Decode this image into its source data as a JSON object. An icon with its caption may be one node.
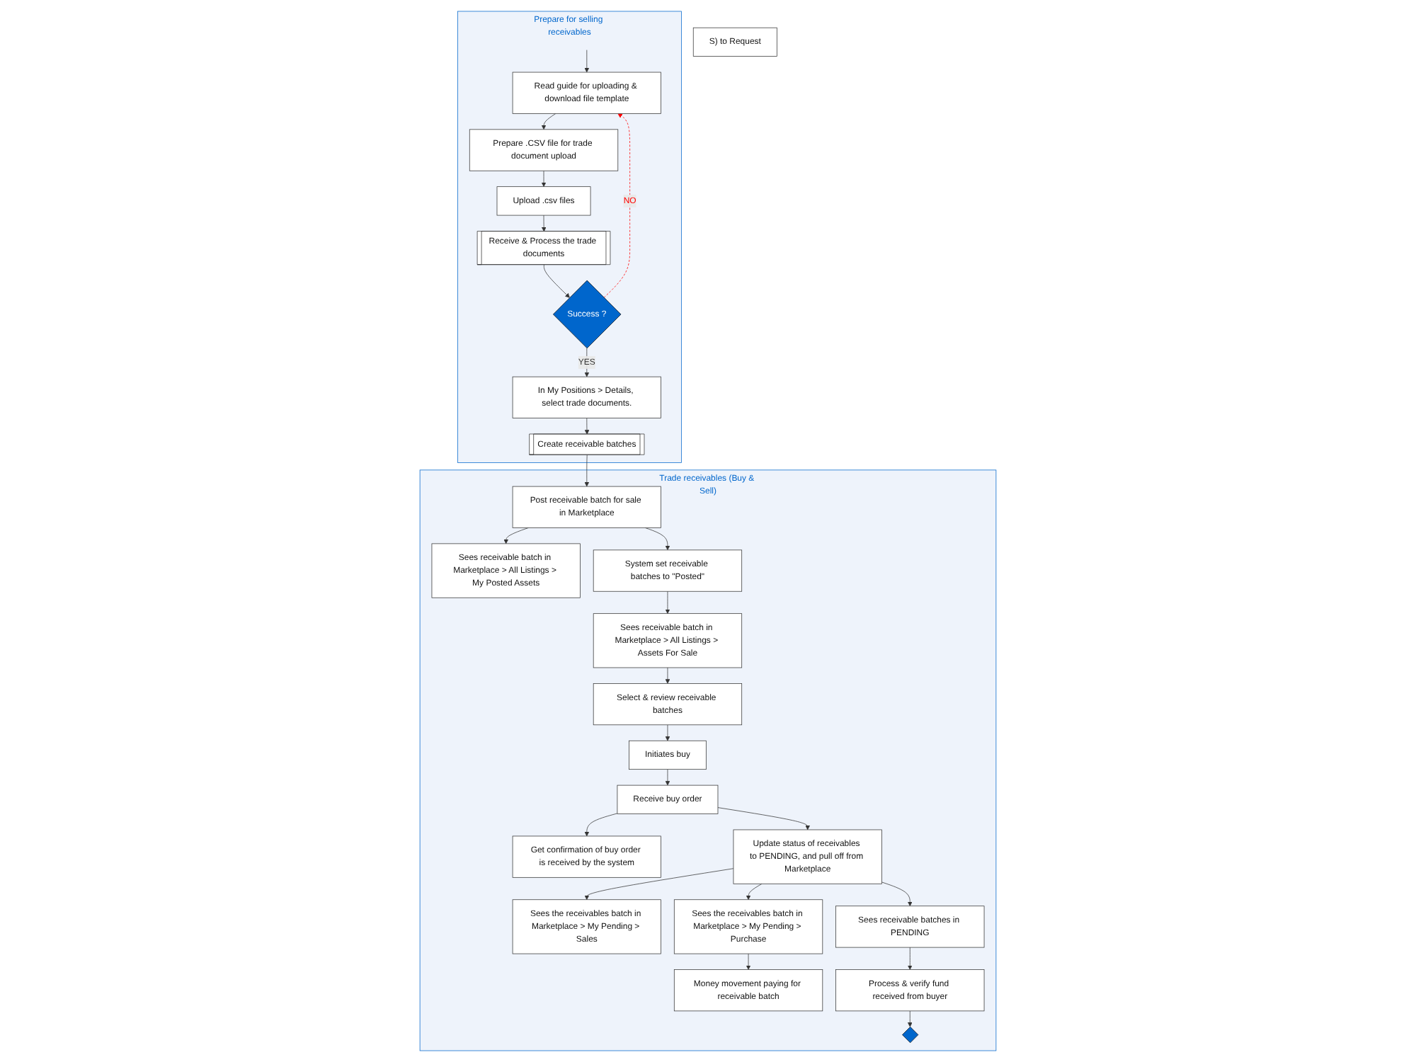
{
  "diagram": {
    "nodes": [
      {
        "text": [
          "Prepare for selling receivables"
        ]
      },
      {
        "text": [
          "Trade receivables (Buy & Sell)"
        ]
      },
      {
        "text": [
          "S) to Request"
        ]
      },
      {
        "text": [
          "Read guide for uploading & download file template"
        ],
        "in": 0
      },
      {
        "text": [
          "Prepare .CSV file for trade document upload"
        ],
        "in": 0
      },
      {
        "text": [
          "Upload .csv files"
        ],
        "in": 0
      },
      {
        "text": [
          "Create receivable batches"
        ],
        "in": 0
      },
      {
        "text": [
          "In My Positions > Details, select trade documents."
        ],
        "in": 0
      },
      {
        "text": [
          "Receive & Process the trade documents"
        ],
        "in": 0
      },
      {
        "text": [
          "Success ?"
        ],
        "in": 0
      },
      {
        "text": [
          "Post receivable batch for sale in Marketplace"
        ],
        "in": 1
      },
      {
        "text": [
          "Sees receivable batch in Marketplace > All Listings > My Posted Assets"
        ],
        "in": 1
      },
      {
        "text": [
          "Sees the receivables batch in Marketplace > My Pending > Sales"
        ],
        "in": 1
      },
      {
        "text": [
          "Sees receivable batch in Marketplace > All Listings > Assets For Sale"
        ],
        "in": 1
      },
      {
        "text": [
          "Select & review receivable batches"
        ],
        "in": 1
      },
      {
        "text": [
          "Get confirmation of buy order is received by the system"
        ],
        "in": 1
      },
      {
        "text": [
          "Sees the receivables batch in Marketplace > My Pending > Purchase"
        ],
        "in": 1
      },
      {
        "text": [
          "Initiates buy"
        ],
        "in": 1
      },
      {
        "text": [
          "Money movement paying for receivable batch"
        ],
        "in": 1
      },
      {
        "text": [
          "System set receivable batches to \"Posted\""
        ],
        "in": 1
      },
      {
        "text": [
          "Receive buy order"
        ],
        "in": 1
      },
      {
        "text": [
          "Update status of receivables to PENDING, and pull off from Marketplace"
        ],
        "in": 1
      },
      {
        "text": [
          "Sees receivable batches in PENDING"
        ],
        "in": 1
      },
      {
        "text": [
          "Process & verify fund received from buyer"
        ],
        "in": 1
      },
      {
        "text": [],
        "shape": "diamond",
        "in": 1
      }
    ],
    "edges": [
      {
        "from": null,
        "to": 3,
        "arrow": "to"
      },
      {
        "from": 3,
        "to": 4,
        "arrow": "to"
      },
      {
        "from": 4,
        "to": 5,
        "arrow": "to"
      },
      {
        "from": 5,
        "to": 8,
        "arrow": "to"
      },
      {
        "from": 8,
        "to": 9,
        "arrow": "to"
      },
      {
        "from": 9,
        "to": 7,
        "arrow": "to",
        "label": "YES"
      },
      {
        "from": 9,
        "to": 3,
        "arrow": "to",
        "label": "NO",
        "style": "dashed",
        "color": "#ff0000"
      },
      {
        "from": 7,
        "to": 6,
        "arrow": "to"
      },
      {
        "from": 6,
        "to": 10,
        "arrow": "to"
      },
      {
        "from": 10,
        "to": 11,
        "arrow": "to"
      },
      {
        "from": 10,
        "to": 19,
        "arrow": "to"
      },
      {
        "from": 19,
        "to": 13,
        "arrow": "to"
      },
      {
        "from": 13,
        "to": 14,
        "arrow": "to"
      },
      {
        "from": 14,
        "to": 17,
        "arrow": "to"
      },
      {
        "from": 17,
        "to": 20,
        "arrow": "to"
      },
      {
        "from": 20,
        "to": 21,
        "arrow": "to"
      },
      {
        "from": 20,
        "to": 15,
        "arrow": "to"
      },
      {
        "from": 21,
        "to": 12,
        "arrow": "to"
      },
      {
        "from": 21,
        "to": 16,
        "arrow": "to"
      },
      {
        "from": 16,
        "to": 18,
        "arrow": "to"
      },
      {
        "from": 21,
        "to": 22,
        "arrow": "to"
      },
      {
        "from": 22,
        "to": 23,
        "arrow": "to"
      },
      {
        "from": 23,
        "to": 24,
        "arrow": "to"
      }
    ]
  }
}
